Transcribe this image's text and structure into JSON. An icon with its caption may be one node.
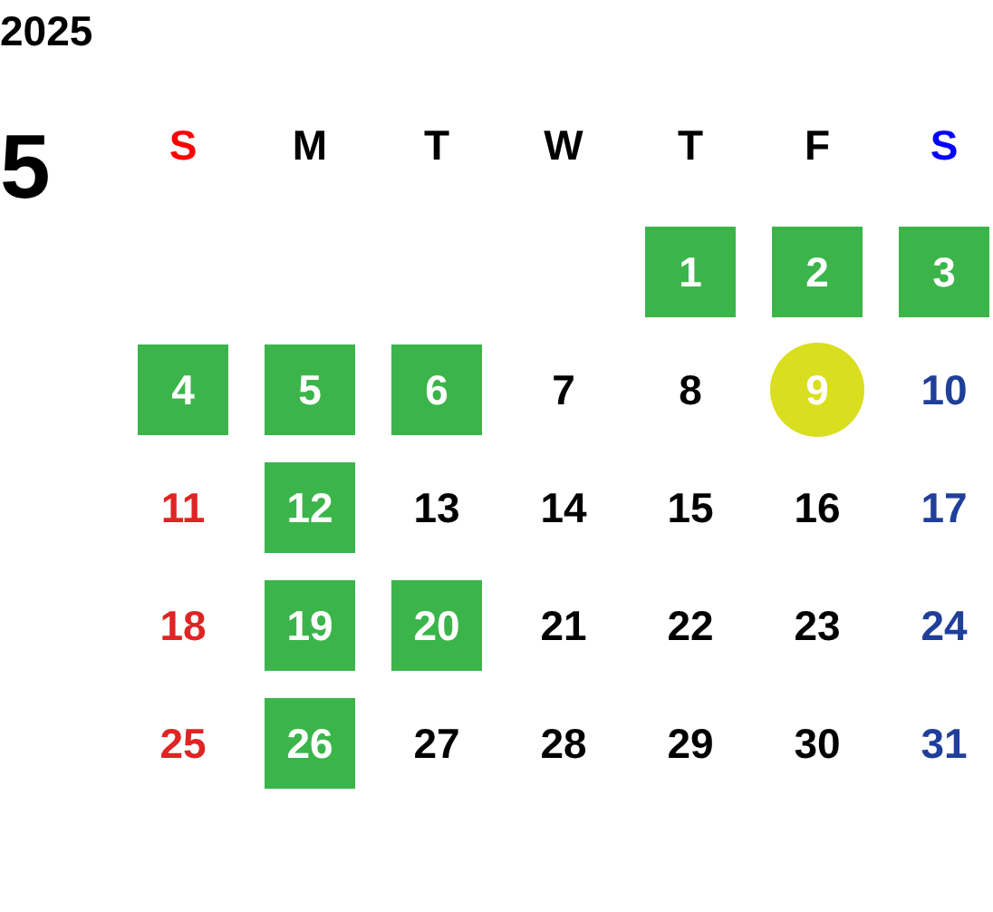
{
  "diagram": {
    "title": "2025",
    "nodes": [
      {
        "text": [
          "1"
        ]
      },
      {
        "text": [
          "2"
        ]
      },
      {
        "text": [
          "3"
        ]
      },
      {
        "text": [
          "4"
        ]
      },
      {
        "text": [
          "5"
        ]
      },
      {
        "text": [
          "6"
        ]
      },
      {
        "text": [
          "9"
        ]
      },
      {
        "text": [
          "12"
        ]
      },
      {
        "text": [
          "19"
        ]
      },
      {
        "text": [
          "20"
        ]
      },
      {
        "text": [
          "26"
        ]
      }
    ],
    "labels": [
      "5",
      "S",
      "M",
      "T",
      "W",
      "T",
      "F",
      "S",
      "7",
      "8",
      "10",
      "11",
      "13",
      "14",
      "15",
      "16",
      "17",
      "18",
      "21",
      "22",
      "23",
      "24",
      "25",
      "27",
      "28",
      "29",
      "30",
      "31"
    ]
  }
}
